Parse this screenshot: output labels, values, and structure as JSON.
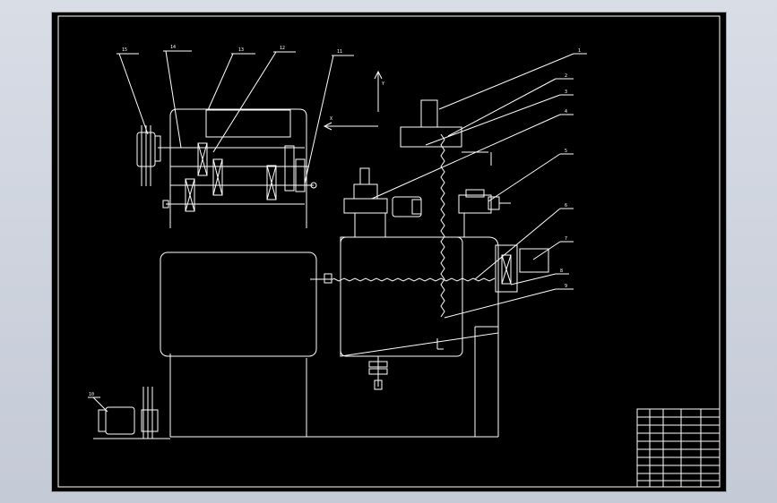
{
  "viewport": {
    "background": "#cdd3dd"
  },
  "drawing": {
    "background": "#000000",
    "line_color": "#ffffff",
    "callouts": [
      "1",
      "2",
      "3",
      "4",
      "5",
      "6",
      "7",
      "8",
      "9",
      "10",
      "11",
      "12",
      "13",
      "14",
      "15"
    ],
    "direction_labels": {
      "vertical": "Y",
      "horizontal": "X"
    },
    "title_block": {
      "rows": [
        "",
        "",
        "",
        "",
        "",
        "",
        "",
        "",
        ""
      ]
    }
  }
}
